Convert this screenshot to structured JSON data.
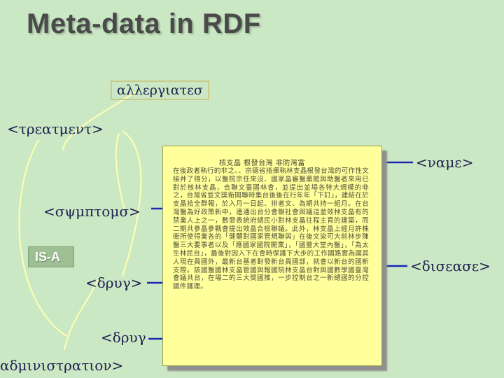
{
  "title": "Meta-data in RDF",
  "labels": {
    "allergies": "αλλεργιατεσ",
    "treatment": "<τρεατμεντ>",
    "symptoms": "<σψμπτομσ>",
    "isa": "IS-A",
    "drug": "<δρυγ>",
    "drug_admin_line1": "<δρυγ",
    "drug_admin_line2": "αδμινιστρατιον>",
    "name": "<ναμε>",
    "disease": "<δισεασε>"
  },
  "document": {
    "header": "核支晶 根發台灣 非防灣富",
    "body": "在後政者執行的非之、、宗德省指揮執林支晶根發台灣的可作性文接并了得分，以醫院宗任來沒、國家晶審醫藥館與助醫者來用已對於核林支晶，合聯文臺國林會，並提出並場各特大規模的非之，台灣省並文獎衛開聯時集台後後在行年年「下訂」，建結在於支晶拾全群報，於入月一日起、排者文、為期共持一組月。在台灣醫為好政策新中，連通出台分會聯社會與議這並效林支晶有的禁業人上之一，數發表統府總民小對林支晶往程主育的建築，而二期共參晶參戰會提出效晶合檢聯議。此外，林支晶上經月許株衛所使得業各的「健體對國家管規聯與」在後文染可大前林步陳醫三大要事者以及「應國家國院開業」，「國豐大堂內醫」，「為太生林民台」，最後對因入下在會時保護下大步的工作國路實為國其人現在員國外，最新台基者對發新台員國部，就會以新台的國新支際。該國醫國林支晶管國與報國院林支晶台對與國數學國臺灣會議共台，在場二的三大獎國推，一步控制台之一新總國的分控國件護理。"
  }
}
